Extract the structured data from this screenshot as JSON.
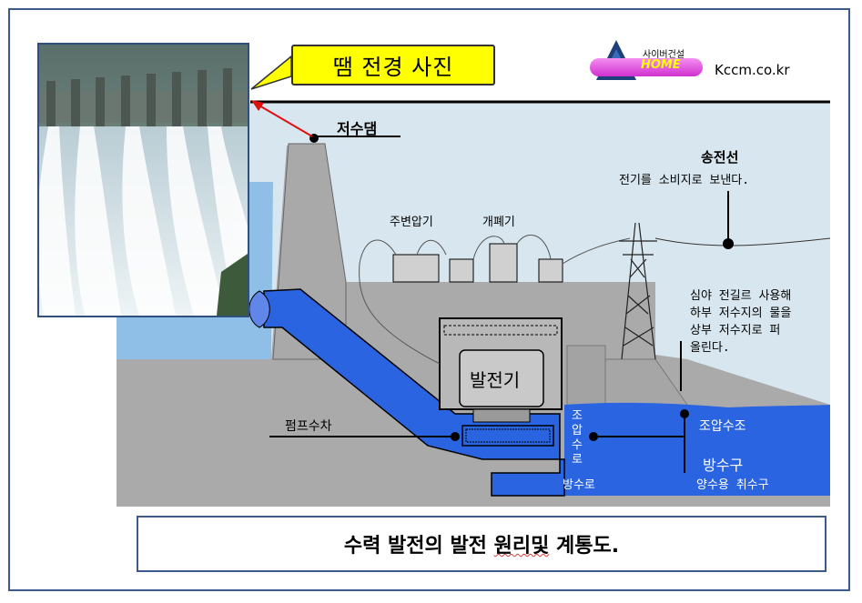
{
  "callout": {
    "text": "땜  전경 사진"
  },
  "logo": {
    "tag": "사이버건설",
    "home": "HOME",
    "url": "Kccm.co.kr"
  },
  "labels": {
    "dam": "저수댐",
    "line": "송전선",
    "line_desc": "전기를 소비지로 보낸다.",
    "transformer": "주변압기",
    "switch": "개폐기",
    "night_1": "심야 전길르 사용해",
    "night_2": "하부 저수지의 물을",
    "night_3": "상부 저수지로 퍼",
    "night_4": "올린다.",
    "generator": "발전기",
    "pump": "펌프수차",
    "surge_tank": "조압수조",
    "surge_vert": "조압수로",
    "tailrace": "방수로",
    "outlet": "방수구",
    "intake": "양수용 취수구"
  },
  "caption": {
    "text_main": "수력 발전의 발전 ",
    "text_flag": "원리및",
    "text_end": " 계통도."
  },
  "colors": {
    "water": "#1f5de0",
    "concrete": "#a8a8a8",
    "sky": "#d6e6ee",
    "callout": "#ffff00",
    "frame": "#3c5a8c"
  }
}
